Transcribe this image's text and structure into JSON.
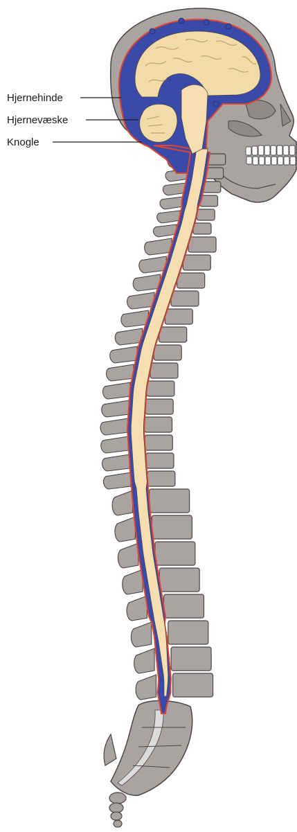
{
  "labels": {
    "meninges": "Hjernehinde",
    "csf": "Hjernevæske",
    "bone": "Knogle"
  },
  "colors": {
    "bone": "#a9a4a2",
    "bone_stroke": "#4a4545",
    "csf": "#3a4aa8",
    "meninges": "#e0442e",
    "nerve_tissue": "#f5deb0",
    "brain_folds": "#c9a46a",
    "teeth": "#ffffff"
  }
}
